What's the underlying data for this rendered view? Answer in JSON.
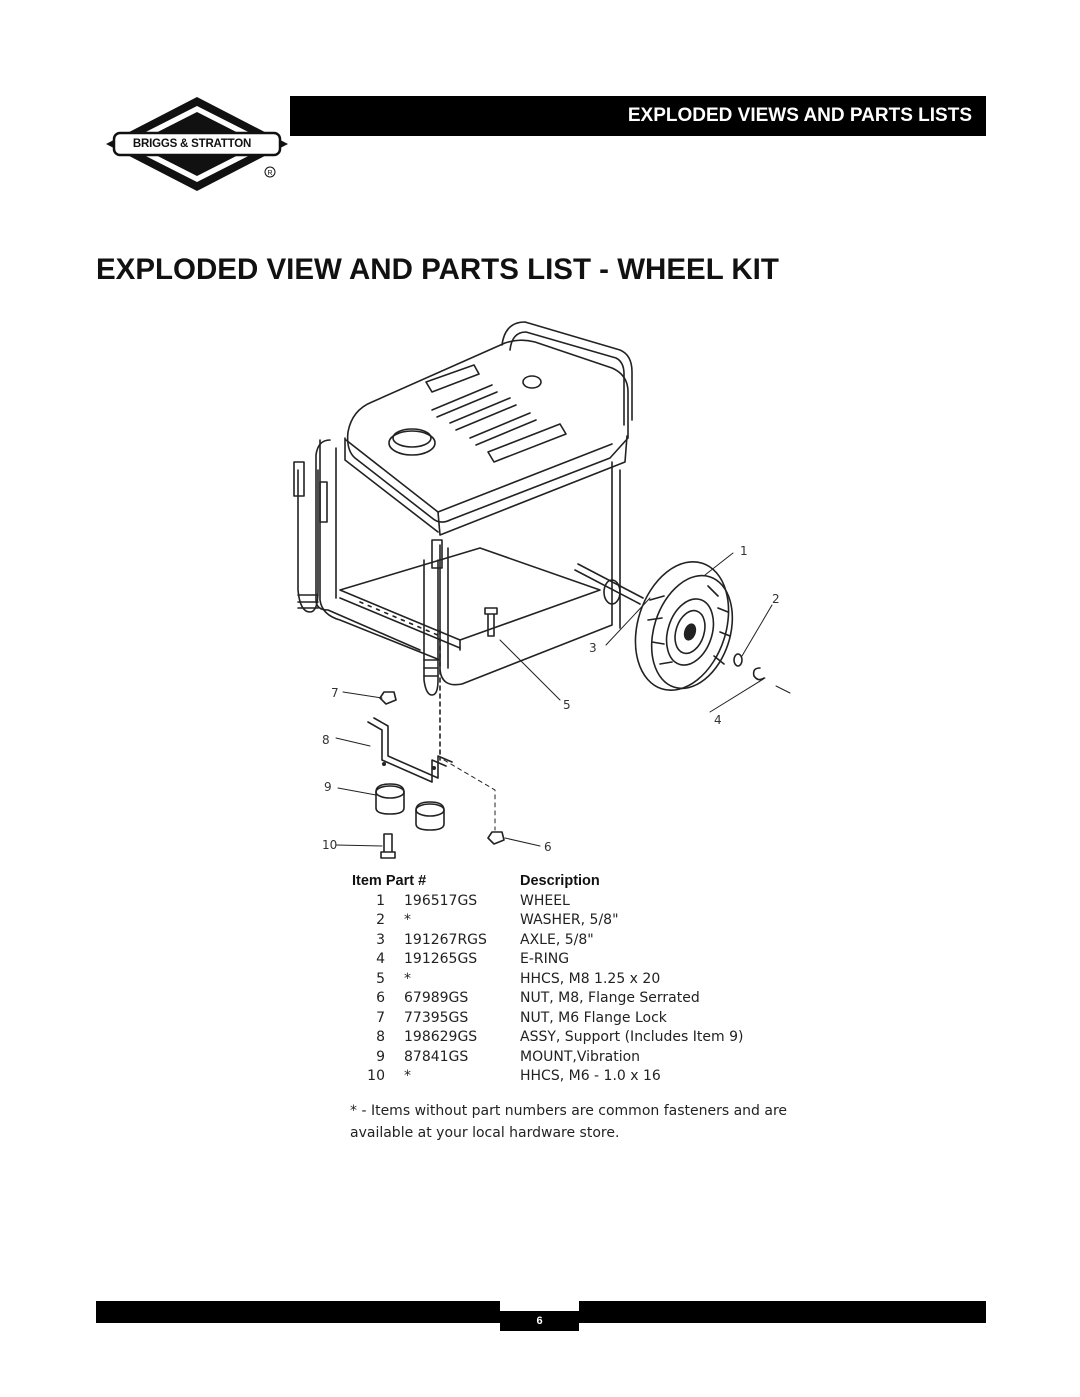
{
  "brand": {
    "logo_text": "BRIGGS & STRATTON",
    "registered_mark": "R"
  },
  "header": {
    "section_title": "EXPLODED VIEWS AND PARTS LISTS"
  },
  "page_title": "EXPLODED VIEW AND PARTS LIST - WHEEL KIT",
  "diagram": {
    "callouts": [
      "1",
      "2",
      "3",
      "4",
      "5",
      "6",
      "7",
      "8",
      "9",
      "10"
    ]
  },
  "parts_list": {
    "headers": {
      "item_part": "Item Part #",
      "description": "Description"
    },
    "rows": [
      {
        "item": "1",
        "part": "196517GS",
        "description": "WHEEL"
      },
      {
        "item": "2",
        "part": "*",
        "description": "WASHER, 5/8\""
      },
      {
        "item": "3",
        "part": "191267RGS",
        "description": "AXLE, 5/8\""
      },
      {
        "item": "4",
        "part": "191265GS",
        "description": "E-RING"
      },
      {
        "item": "5",
        "part": "*",
        "description": "HHCS, M8 1.25 x 20"
      },
      {
        "item": "6",
        "part": "67989GS",
        "description": "NUT, M8, Flange Serrated"
      },
      {
        "item": "7",
        "part": "77395GS",
        "description": "NUT, M6 Flange Lock"
      },
      {
        "item": "8",
        "part": "198629GS",
        "description": "ASSY, Support (Includes Item 9)"
      },
      {
        "item": "9",
        "part": "87841GS",
        "description": "MOUNT,Vibration"
      },
      {
        "item": "10",
        "part": "*",
        "description": "HHCS, M6 - 1.0 x 16"
      }
    ]
  },
  "footnote": "* - Items without part numbers are common fasteners and are available at your local hardware store.",
  "footer": {
    "page_number": "6"
  }
}
